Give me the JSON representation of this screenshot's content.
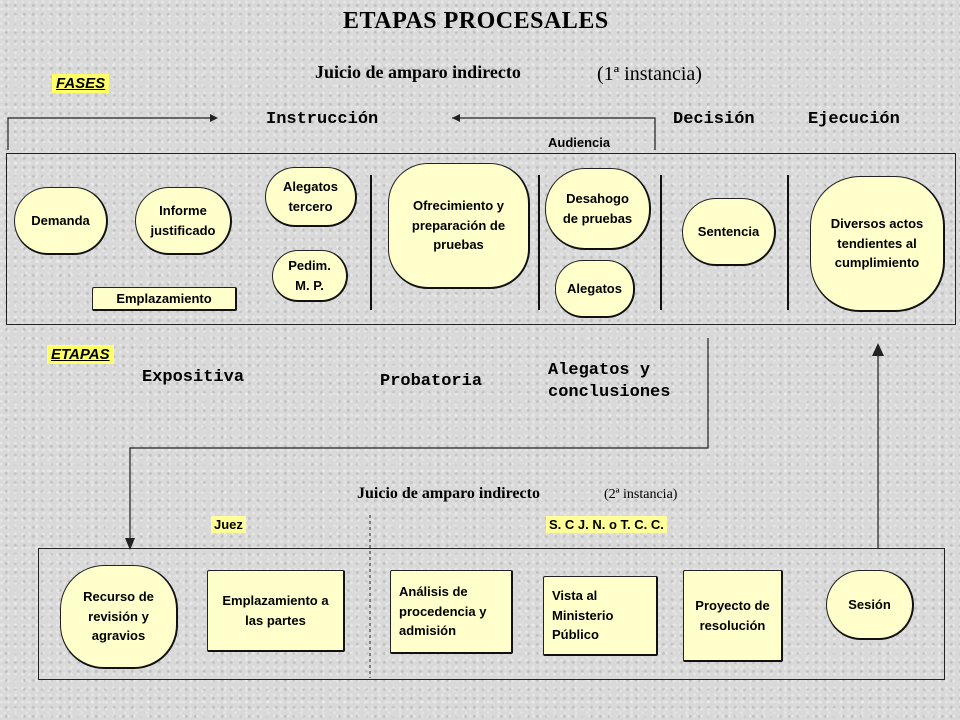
{
  "title": "ETAPAS   PROCESALES",
  "first": {
    "heading": "Juicio de amparo indirecto",
    "instance": "(1ª instancia)",
    "fases_tag": "FASES",
    "phases": {
      "instruccion": "Instrucción",
      "decision": "Decisión",
      "ejecucion": "Ejecución"
    },
    "audiencia": "Audiencia",
    "nodes": {
      "demanda": "Demanda",
      "informe": "Informe justificado",
      "emplazamiento": "Emplazamiento",
      "alegatos_tercero": "Alegatos tercero",
      "pedim": "Pedim. M. P.",
      "ofrecimiento": "Ofrecimiento y preparación de pruebas",
      "desahogo": "Desahogo de pruebas",
      "alegatos": "Alegatos",
      "sentencia": "Sentencia",
      "diversos": "Diversos actos tendientes al cumplimiento"
    }
  },
  "etapas": {
    "tag": "ETAPAS",
    "expositiva": "Expositiva",
    "probatoria": "Probatoria",
    "alegatos_conclusiones": "Alegatos y conclusiones"
  },
  "second": {
    "heading": "Juicio de amparo indirecto",
    "instance": "(2ª instancia)",
    "juez": "Juez",
    "scjn": "S. C J. N.  o  T. C. C.",
    "nodes": {
      "recurso": "Recurso de revisión y agravios",
      "emplazamiento_partes": "Emplazamiento a las partes",
      "analisis": "Análisis de procedencia y admisión",
      "vista": "Vista al Ministerio Público",
      "proyecto": "Proyecto de resolución",
      "sesion": "Sesión"
    }
  }
}
